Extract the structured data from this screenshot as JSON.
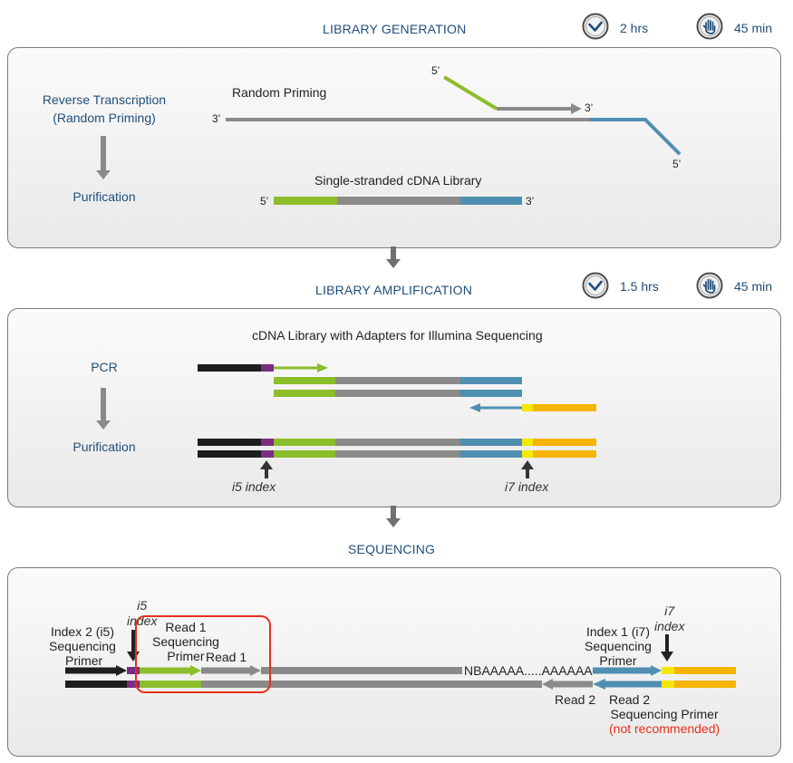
{
  "sections": {
    "generation": {
      "title": "LIBRARY GENERATION",
      "hands_on": "2 hrs",
      "total": "45 min",
      "step1_line1": "Reverse Transcription",
      "step1_line2": "(Random Priming)",
      "step2": "Purification",
      "random_priming": "Random Priming",
      "library_label": "Single-stranded cDNA Library",
      "five_prime": "5’",
      "three_prime": "3’"
    },
    "amplification": {
      "title": "LIBRARY AMPLIFICATION",
      "hands_on": "1.5 hrs",
      "total": "45 min",
      "step1": "PCR",
      "step2": "Purification",
      "library_label": "cDNA Library with Adapters for Illumina Sequencing",
      "i5_index": "i5 index",
      "i7_index": "i7 index"
    },
    "sequencing": {
      "title": "SEQUENCING",
      "i5_a": "i5",
      "i5_b": "index",
      "index2_l1": "Index 2 (i5)",
      "index2_l2": "Sequencing",
      "index2_l3": "Primer",
      "read1_l1": "Read 1",
      "read1_l2": "Sequencing",
      "read1_l3": "Primer",
      "read1": "Read 1",
      "polya": "NBAAAAA.....AAAAAA",
      "i7_a": "i7",
      "i7_b": "index",
      "index1_l1": "Index 1 (i7)",
      "index1_l2": "Sequencing",
      "index1_l3": "Primer",
      "read2": "Read 2",
      "read2_l1": "Read 2",
      "read2_l2": "Sequencing Primer",
      "read2_l3": "(not recommended)"
    }
  },
  "icons": [
    "check-circle-icon",
    "hand-icon"
  ],
  "colors": {
    "title": "#1f4e79",
    "green": "#8cbd2a",
    "gray": "#8a8a8a",
    "blue": "#4f8fb0",
    "black": "#1e1e1e",
    "purple": "#7b2c83",
    "yellow": "#f2e800",
    "orange": "#f5b400",
    "red_note": "#e53018",
    "highlight_box": "#e53018"
  }
}
